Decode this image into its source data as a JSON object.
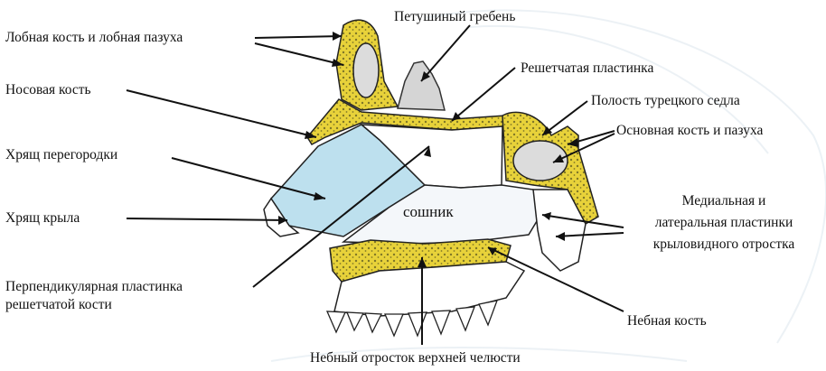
{
  "labels": {
    "frontal": "Лобная кость и лобная пазуха",
    "crista": "Петушиный гребень",
    "cribriform": "Решетчатая пластинка",
    "nasal_bone": "Носовая кость",
    "sella": "Полость турецкого седла",
    "sphenoid": "Основная кость и пазуха",
    "septal_cart": "Хрящ перегородки",
    "alar_cart": "Хрящ крыла",
    "pterygoid_1": "Медиальная и",
    "pterygoid_2": "латеральная пластинки",
    "pterygoid_3": "крыловидного отростка",
    "perpendicular_1": "Перпендикулярная пластинка",
    "perpendicular_2": "решетчатой кости",
    "palatine_bone": "Небная кость",
    "palatine_process": "Небный отросток верхней челюсти",
    "vomer": "сошник"
  },
  "colors": {
    "bone": "#e8d23a",
    "cartilage": "#bde0ee",
    "outline": "#222222",
    "background_tint": "#eef4f8"
  }
}
